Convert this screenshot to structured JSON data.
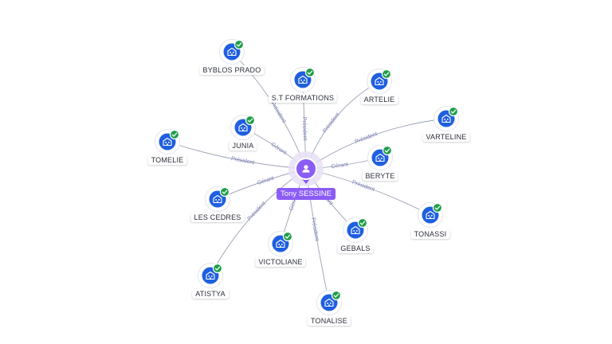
{
  "colors": {
    "edge": "#9aa0b4",
    "edge_label": "#7b7fb5",
    "company_icon": "#1f5fe0",
    "check_badge": "#1e9e4a",
    "person": "#8b5cf6",
    "person_halo": "#e7e1f7"
  },
  "center": {
    "name": "Tony SESSINE",
    "icon": "person-icon"
  },
  "companies": [
    {
      "id": "byblos-prado",
      "name": "BYBLOS PRADO",
      "role": "Président",
      "icon": "building-icon",
      "badge": "check-icon"
    },
    {
      "id": "st-formations",
      "name": "S.T FORMATIONS",
      "role": "Président",
      "icon": "building-icon",
      "badge": "check-icon"
    },
    {
      "id": "artelie",
      "name": "ARTELIE",
      "role": "Président",
      "icon": "building-icon",
      "badge": "check-icon"
    },
    {
      "id": "varteline",
      "name": "VARTELINE",
      "role": "Président",
      "icon": "building-icon",
      "badge": "check-icon"
    },
    {
      "id": "junia",
      "name": "JUNIA",
      "role": "Gérant",
      "icon": "building-icon",
      "badge": "check-icon"
    },
    {
      "id": "beryte",
      "name": "BERYTE",
      "role": "Gérant",
      "icon": "building-icon",
      "badge": "check-icon"
    },
    {
      "id": "tomelie",
      "name": "TOMELIE",
      "role": "Président",
      "icon": "building-icon",
      "badge": "check-icon"
    },
    {
      "id": "les-cedres",
      "name": "LES CEDRES",
      "role": "Gérant",
      "icon": "building-icon",
      "badge": "check-icon"
    },
    {
      "id": "tonassi",
      "name": "TONASSI",
      "role": "Président",
      "icon": "building-icon",
      "badge": "check-icon"
    },
    {
      "id": "gebals",
      "name": "GEBALS",
      "role": "Gérant",
      "icon": "building-icon",
      "badge": "check-icon"
    },
    {
      "id": "victoliane",
      "name": "VICTOLIANE",
      "role": "Gérant",
      "icon": "building-icon",
      "badge": "check-icon"
    },
    {
      "id": "atistya",
      "name": "ATISTYA",
      "role": "Président",
      "icon": "building-icon",
      "badge": "check-icon"
    },
    {
      "id": "tonalise",
      "name": "TONALISE",
      "role": "Président",
      "icon": "building-icon",
      "badge": "check-icon"
    }
  ]
}
